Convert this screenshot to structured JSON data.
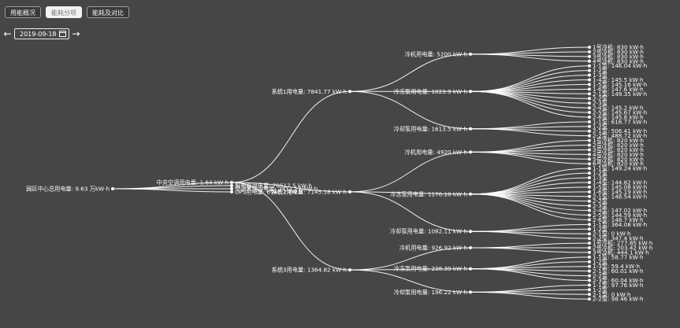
{
  "tabs": [
    {
      "label": "用能概况",
      "active": false
    },
    {
      "label": "能耗分项",
      "active": true
    },
    {
      "label": "能耗及对比",
      "active": false
    }
  ],
  "date": {
    "prev": "←",
    "value": "2019-09-18",
    "next": "→"
  },
  "tree": {
    "label": "园区中心总用电量: 9.63 万kW·h",
    "children": [
      {
        "label": "中央空调用电量: 1.64 kW·h",
        "children": [
          {
            "label": "系统1用电量: 7841.77 kW·h",
            "children": [
              {
                "label": "冷机用电量: 5200 kW·h",
                "children": [
                  {
                    "label": "1号冷机: 830 kW·h"
                  },
                  {
                    "label": "2号冷机: 830 kW·h"
                  },
                  {
                    "label": "3号冷机: 830 kW·h"
                  },
                  {
                    "label": "4号冷机: 830 kW·h"
                  }
                ]
              },
              {
                "label": "冷冻泵用电量: 1023.9 kW·h",
                "children": [
                  {
                    "label": "1-1泵: 146.04 kW·h"
                  },
                  {
                    "label": "1-2泵"
                  },
                  {
                    "label": "1-3泵"
                  },
                  {
                    "label": "1-4泵: 145.5 kW·h"
                  },
                  {
                    "label": "1-5泵: 145.16 kW·h"
                  },
                  {
                    "label": "1-6泵: 147.6 kW·h"
                  },
                  {
                    "label": "2-1泵: 149.35 kW·h"
                  },
                  {
                    "label": "2-2泵"
                  },
                  {
                    "label": "2-3泵"
                  },
                  {
                    "label": "2-4泵: 145.2 kW·h"
                  },
                  {
                    "label": "2-5泵: 145.67 kW·h"
                  },
                  {
                    "label": "2-6泵: 145.8 kW·h"
                  }
                ]
              },
              {
                "label": "冷却泵用电量: 1613.5 kW·h",
                "children": [
                  {
                    "label": "1-1泵: 616.77 kW·h"
                  },
                  {
                    "label": "1-2泵"
                  },
                  {
                    "label": "2-1泵: 506.41 kW·h"
                  },
                  {
                    "label": "2-2泵: 488.72 kW·h"
                  }
                ]
              }
            ]
          },
          {
            "label": "系统2用电量: 7145.18 kW·h",
            "children": [
              {
                "label": "冷机用电量: 4920 kW·h",
                "children": [
                  {
                    "label": "1号冷机: 820 kW·h"
                  },
                  {
                    "label": "2号冷机: 820 kW·h"
                  },
                  {
                    "label": "3号冷机: 820 kW·h"
                  },
                  {
                    "label": "4号冷机: 820 kW·h"
                  },
                  {
                    "label": "5号冷机: 820 kW·h"
                  },
                  {
                    "label": "6号冷机: 820 kW·h"
                  }
                ]
              },
              {
                "label": "冷冻泵用电量: 1176.18 kW·h",
                "children": [
                  {
                    "label": "1-1泵: 149.24 kW·h"
                  },
                  {
                    "label": "1-2泵"
                  },
                  {
                    "label": "1-3泵"
                  },
                  {
                    "label": "1-4泵: 144.82 kW·h"
                  },
                  {
                    "label": "1-5泵: 145.08 kW·h"
                  },
                  {
                    "label": "1-6泵: 145.19 kW·h"
                  },
                  {
                    "label": "2-1泵: 148.54 kW·h"
                  },
                  {
                    "label": "2-2泵"
                  },
                  {
                    "label": "2-3泵"
                  },
                  {
                    "label": "2-4泵: 147.02 kW·h"
                  },
                  {
                    "label": "2-5泵: 144.59 kW·h"
                  },
                  {
                    "label": "2-6泵: 148.7 kW·h"
                  }
                ]
              },
              {
                "label": "冷却泵用电量: 1082.11 kW·h",
                "children": [
                  {
                    "label": "1-1泵: 364.08 kW·h"
                  },
                  {
                    "label": "1-2泵"
                  },
                  {
                    "label": "2-1泵: 0 kW·h"
                  },
                  {
                    "label": "2-2泵: 347.4 kW·h"
                  }
                ]
              }
            ]
          },
          {
            "label": "系统3用电量: 1364.82 kW·h",
            "children": [
              {
                "label": "冷机用电量: 926.92 kW·h",
                "children": [
                  {
                    "label": "1号冷机: 277.85 kW·h"
                  },
                  {
                    "label": "2号冷机: 203.42 kW·h"
                  },
                  {
                    "label": "3号冷机: 444.1 kW·h"
                  }
                ]
              },
              {
                "label": "冷冻泵用电量: 238.39 kW·h",
                "children": [
                  {
                    "label": "1-1泵: 58.77 kW·h"
                  },
                  {
                    "label": "1-2泵"
                  },
                  {
                    "label": "1-3泵: 59.4 kW·h"
                  },
                  {
                    "label": "2-1泵: 60.01 kW·h"
                  },
                  {
                    "label": "2-2泵"
                  },
                  {
                    "label": "2-3泵: 60.04 kW·h"
                  }
                ]
              },
              {
                "label": "冷却泵用电量: 196.22 kW·h",
                "children": [
                  {
                    "label": "1-1泵: 97.76 kW·h"
                  },
                  {
                    "label": "1-2泵"
                  },
                  {
                    "label": "2-1泵: 0 kW·h"
                  },
                  {
                    "label": "2-2泵: 98.46 kW·h"
                  }
                ]
              }
            ]
          }
        ]
      },
      {
        "label": "服务器用电量: 70517.5 kW·h"
      },
      {
        "label": "空调末端用电量: 2411.17 kW·h"
      },
      {
        "label": "UPS用电量: 6946.1 kW·h"
      }
    ]
  }
}
